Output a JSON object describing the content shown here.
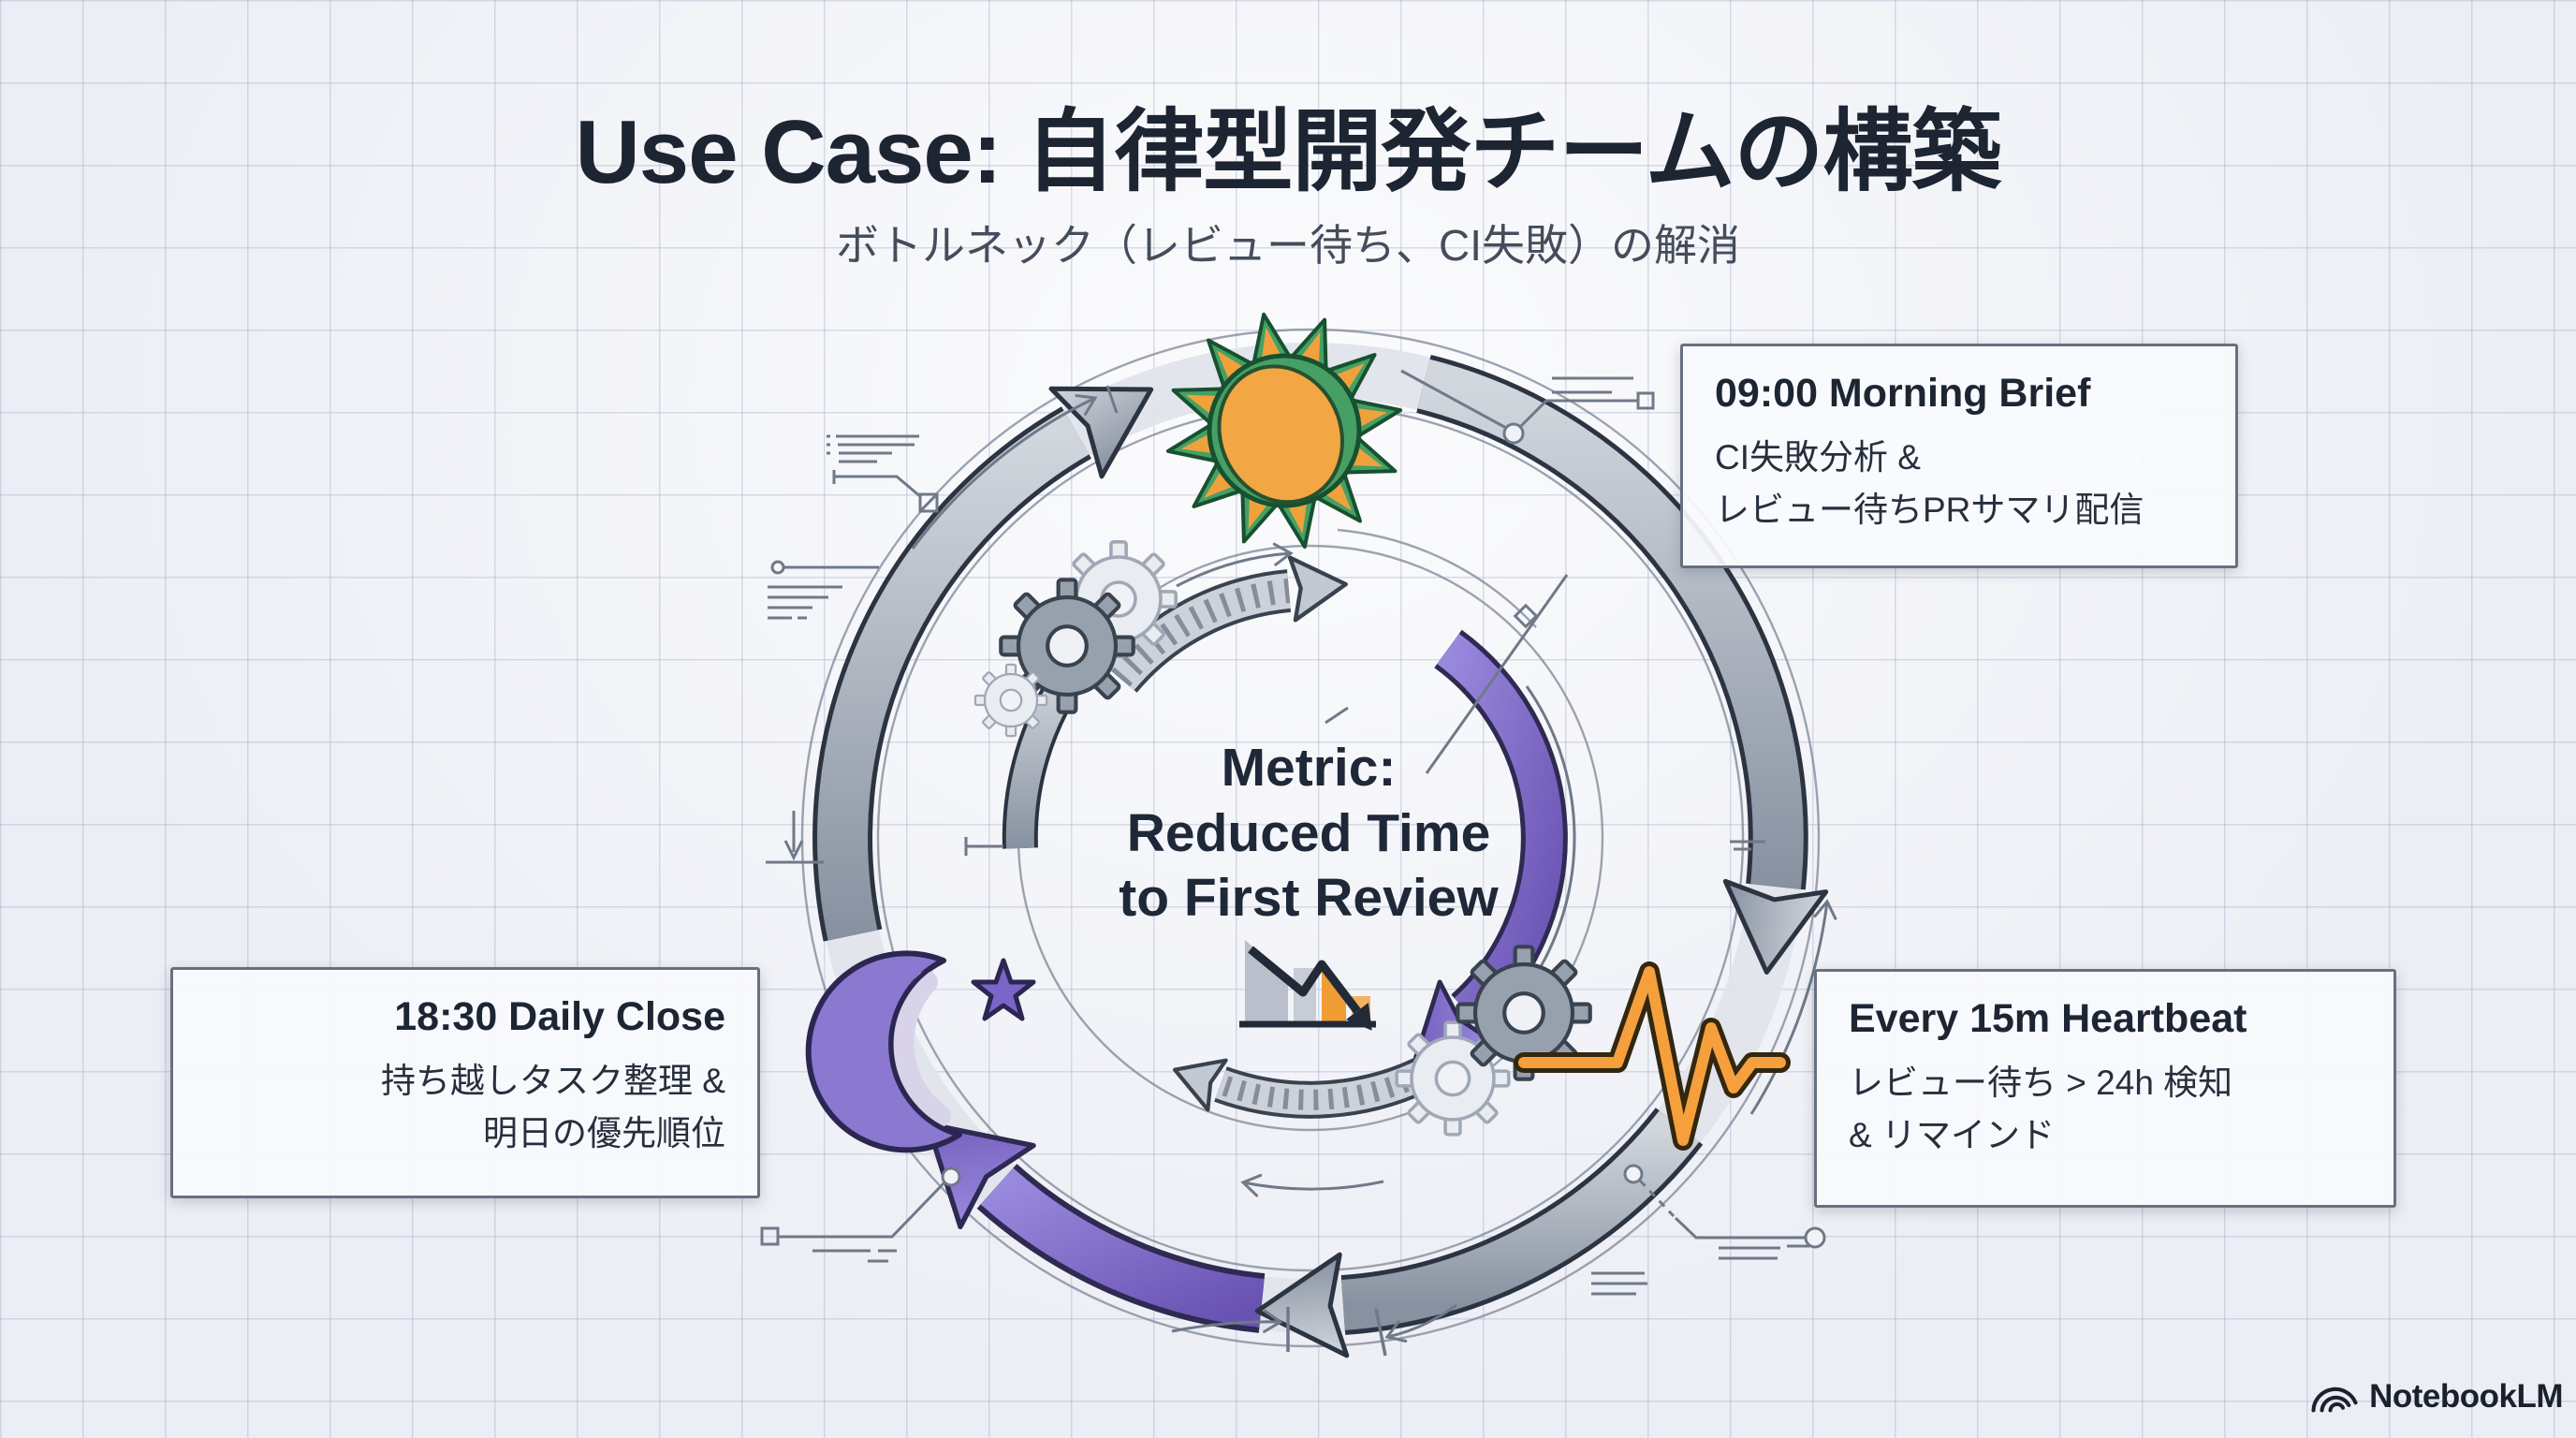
{
  "header": {
    "title": "Use Case: 自律型開発チームの構築",
    "subtitle": "ボトルネック（レビュー待ち、CI失敗）の解消"
  },
  "diagram": {
    "center_metric": {
      "line1": "Metric:",
      "line2": "Reduced Time",
      "line3": "to First Review"
    },
    "nodes": {
      "morning": {
        "title": "09:00 Morning Brief",
        "desc_line1": "CI失敗分析 &",
        "desc_line2": "レビュー待ちPRサマリ配信"
      },
      "heartbeat": {
        "title": "Every 15m Heartbeat",
        "desc_line1": "レビュー待ち > 24h 検知",
        "desc_line2": "& リマインド"
      },
      "daily_close": {
        "title": "18:30 Daily Close",
        "desc_line1": "持ち越しタスク整理 &",
        "desc_line2": "明日の優先順位"
      }
    },
    "icons": {
      "sun": "sun-icon",
      "moon": "moon-star-icon",
      "pulse": "heartbeat-pulse-icon",
      "gears": "gear-icon",
      "chart": "declining-chart-icon"
    },
    "colors": {
      "purple": "#7b67c6",
      "orange": "#f2a03c",
      "green": "#46a065",
      "silver": "#aab2bf",
      "ink": "#222a38"
    }
  },
  "branding": {
    "logo_text": "NotebookLM"
  }
}
